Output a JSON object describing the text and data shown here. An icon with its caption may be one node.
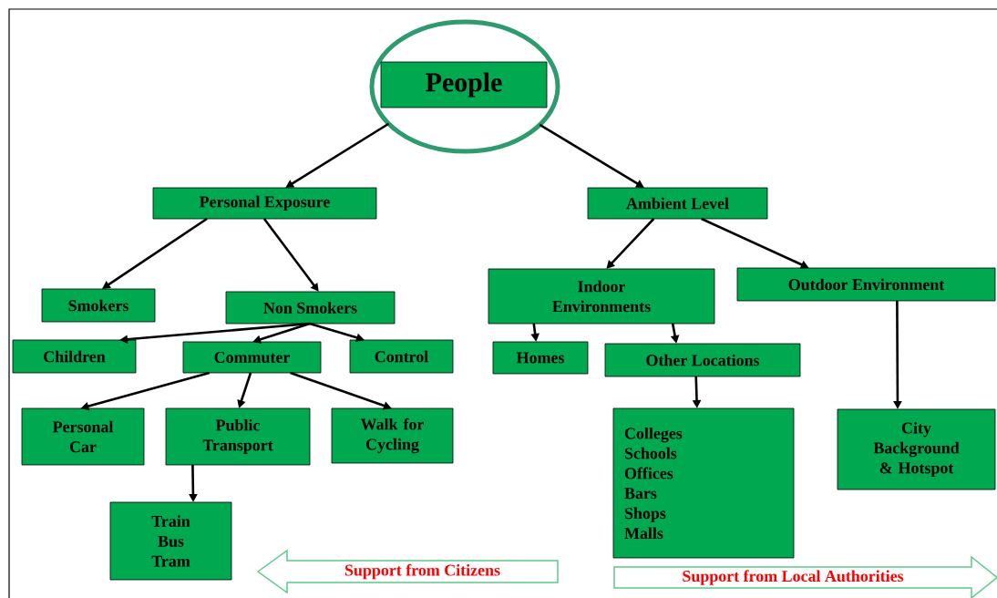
{
  "diagram": {
    "nodes": [
      {
        "text": [],
        "shape": "ellipse"
      },
      {
        "text": [
          "People"
        ],
        "in": 0
      },
      {
        "text": [
          "Personal Exposure"
        ]
      },
      {
        "text": [
          "Ambient Level"
        ]
      },
      {
        "text": [
          "Smokers"
        ]
      },
      {
        "text": [
          "Non Smokers"
        ]
      },
      {
        "text": [
          "Indoor Environments"
        ]
      },
      {
        "text": [
          "Outdoor Environment"
        ]
      },
      {
        "text": [
          "Children"
        ]
      },
      {
        "text": [
          "Commuter"
        ]
      },
      {
        "text": [
          "Control"
        ]
      },
      {
        "text": [
          "Homes"
        ]
      },
      {
        "text": [
          "Other Locations"
        ]
      },
      {
        "text": [
          "Personal Car"
        ]
      },
      {
        "text": [
          "Public Transport"
        ]
      },
      {
        "text": [
          "Walk for Cycling"
        ]
      },
      {
        "text": [
          "Colleges",
          "Schools",
          "Offices",
          "Bars",
          "Shops",
          "Malls"
        ]
      },
      {
        "text": [
          "City Background & Hotspot"
        ]
      },
      {
        "text": [
          "Train",
          "Bus",
          "Tram"
        ]
      },
      {
        "text": [
          "Support from Citizens"
        ]
      },
      {
        "text": [
          "Support from Local Authorities"
        ]
      }
    ],
    "edges": [
      {
        "from": 0,
        "to": 2,
        "arrow": "to"
      },
      {
        "from": 0,
        "to": 3,
        "arrow": "to"
      },
      {
        "from": 2,
        "to": 4,
        "arrow": "to"
      },
      {
        "from": 2,
        "to": 5,
        "arrow": "to"
      },
      {
        "from": 3,
        "to": 6,
        "arrow": "to"
      },
      {
        "from": 3,
        "to": 7,
        "arrow": "to"
      },
      {
        "from": 5,
        "to": 8,
        "arrow": "to"
      },
      {
        "from": 5,
        "to": 9,
        "arrow": "to"
      },
      {
        "from": 5,
        "to": 10,
        "arrow": "to"
      },
      {
        "from": 6,
        "to": 11,
        "arrow": "to"
      },
      {
        "from": 6,
        "to": 12,
        "arrow": "to"
      },
      {
        "from": 7,
        "to": 17,
        "arrow": "to"
      },
      {
        "from": 9,
        "to": 13,
        "arrow": "to"
      },
      {
        "from": 9,
        "to": 14,
        "arrow": "to"
      },
      {
        "from": 9,
        "to": 15,
        "arrow": "to"
      },
      {
        "from": 14,
        "to": 18,
        "arrow": "to"
      },
      {
        "from": 12,
        "to": 16,
        "arrow": "to"
      }
    ]
  }
}
